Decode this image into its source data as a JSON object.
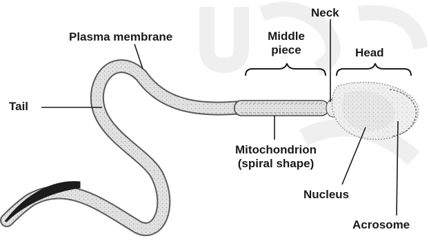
{
  "labels": {
    "plasma_membrane": "Plasma membrane",
    "middle_piece_line1": "Middle",
    "middle_piece_line2": "piece",
    "neck": "Neck",
    "head": "Head",
    "tail": "Tail",
    "mitochondrion_line1": "Mitochondrion",
    "mitochondrion_line2": "(spiral shape)",
    "nucleus": "Nucleus",
    "acrosome": "Acrosome"
  },
  "colors": {
    "ink": "#1a1a1a",
    "tail_outline": "#555555",
    "tail_fill": "#d9d9d9",
    "head_fill": "#e6e6e6",
    "watermark": "#e3e3e3"
  }
}
